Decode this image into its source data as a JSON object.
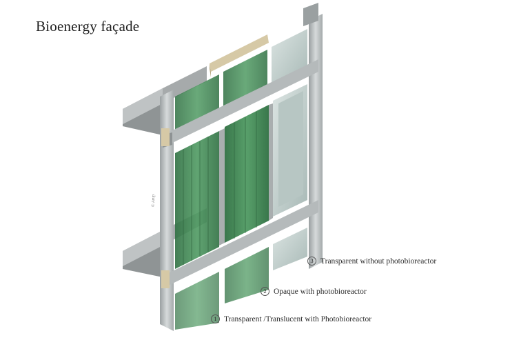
{
  "title": "Bioenergy façade",
  "copyright": "© Arup",
  "legend": [
    {
      "num": "3",
      "label": "Transparent without photobioreactor"
    },
    {
      "num": "2",
      "label": "Opaque with photobioreactor"
    },
    {
      "num": "1",
      "label": "Transparent /Translucent with Photobioreactor"
    }
  ],
  "colors": {
    "frame": "#b9bdbe",
    "frame_dark": "#8e9394",
    "slab": "#a3a7a8",
    "algae_green": "#3f8a55",
    "algae_dark": "#2d6e40",
    "glass": "#c7d4d2",
    "timber": "#d6c9a6"
  }
}
